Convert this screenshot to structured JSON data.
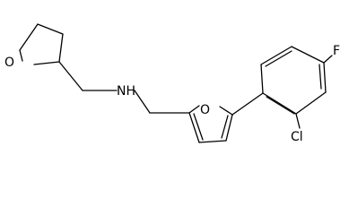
{
  "atoms": {
    "o_thf": "O",
    "nh": "NH",
    "o_furan": "O",
    "f": "F",
    "cl": "Cl"
  }
}
